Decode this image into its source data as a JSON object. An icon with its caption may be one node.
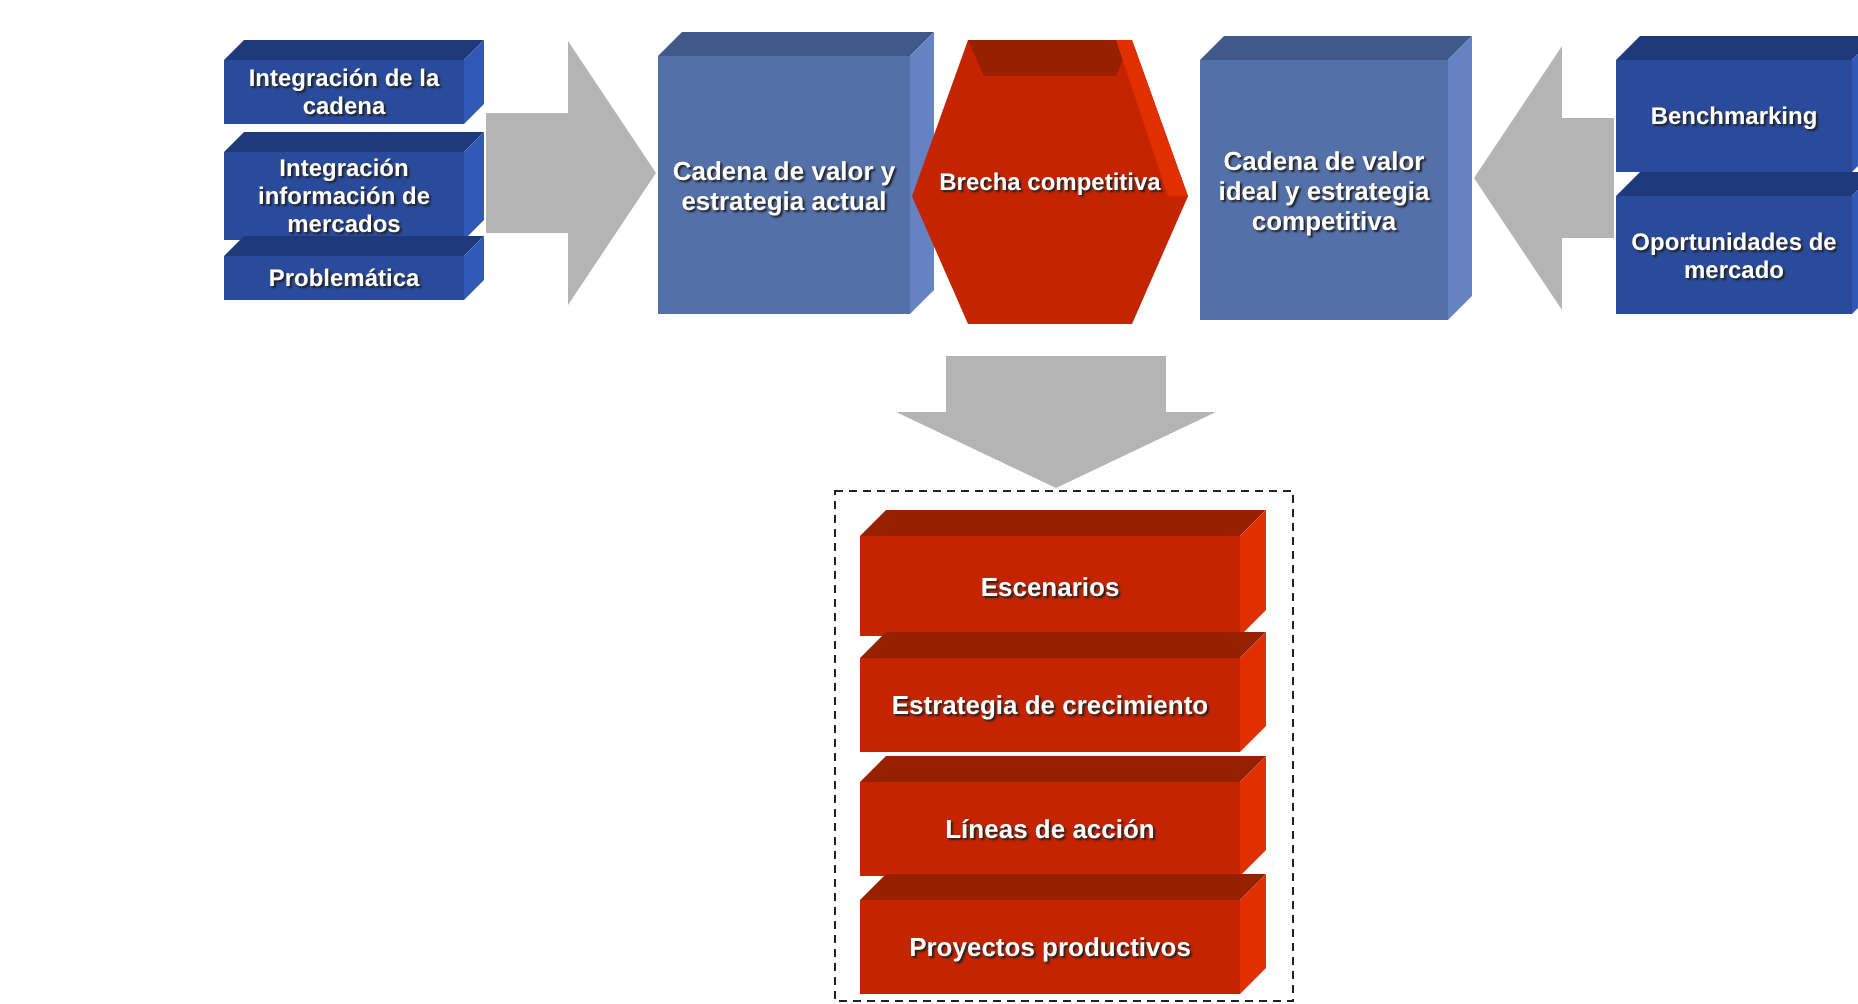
{
  "diagram": {
    "nodes": [
      {
        "text": [
          "Integración de la cadena"
        ]
      },
      {
        "text": [
          "Integración información de mercados"
        ]
      },
      {
        "text": [
          "Problemática"
        ]
      },
      {
        "text": [
          "Cadena de valor y estrategia actual"
        ]
      },
      {
        "text": [
          "Brecha competitiva"
        ]
      },
      {
        "text": [
          "Cadena de valor ideal y estrategia competitiva"
        ]
      },
      {
        "text": [
          "Benchmarking"
        ]
      },
      {
        "text": [
          "Oportunidades de mercado"
        ]
      },
      {
        "text": [],
        "shape": "box"
      },
      {
        "text": [
          "Escenarios"
        ],
        "in": 8
      },
      {
        "text": [
          "Estrategia de crecimiento"
        ],
        "in": 8
      },
      {
        "text": [
          "Líneas de acción"
        ],
        "in": 8
      },
      {
        "text": [
          "Proyectos productivos"
        ],
        "in": 8
      }
    ],
    "edges": [
      {
        "from": 0,
        "to": 3,
        "arrow": "to"
      },
      {
        "from": 1,
        "to": 3,
        "arrow": "to"
      },
      {
        "from": 2,
        "to": 3,
        "arrow": "to"
      },
      {
        "from": 6,
        "to": 5,
        "arrow": "to"
      },
      {
        "from": 7,
        "to": 5,
        "arrow": "to"
      },
      {
        "from": 4,
        "to": 8,
        "arrow": "to"
      }
    ]
  }
}
